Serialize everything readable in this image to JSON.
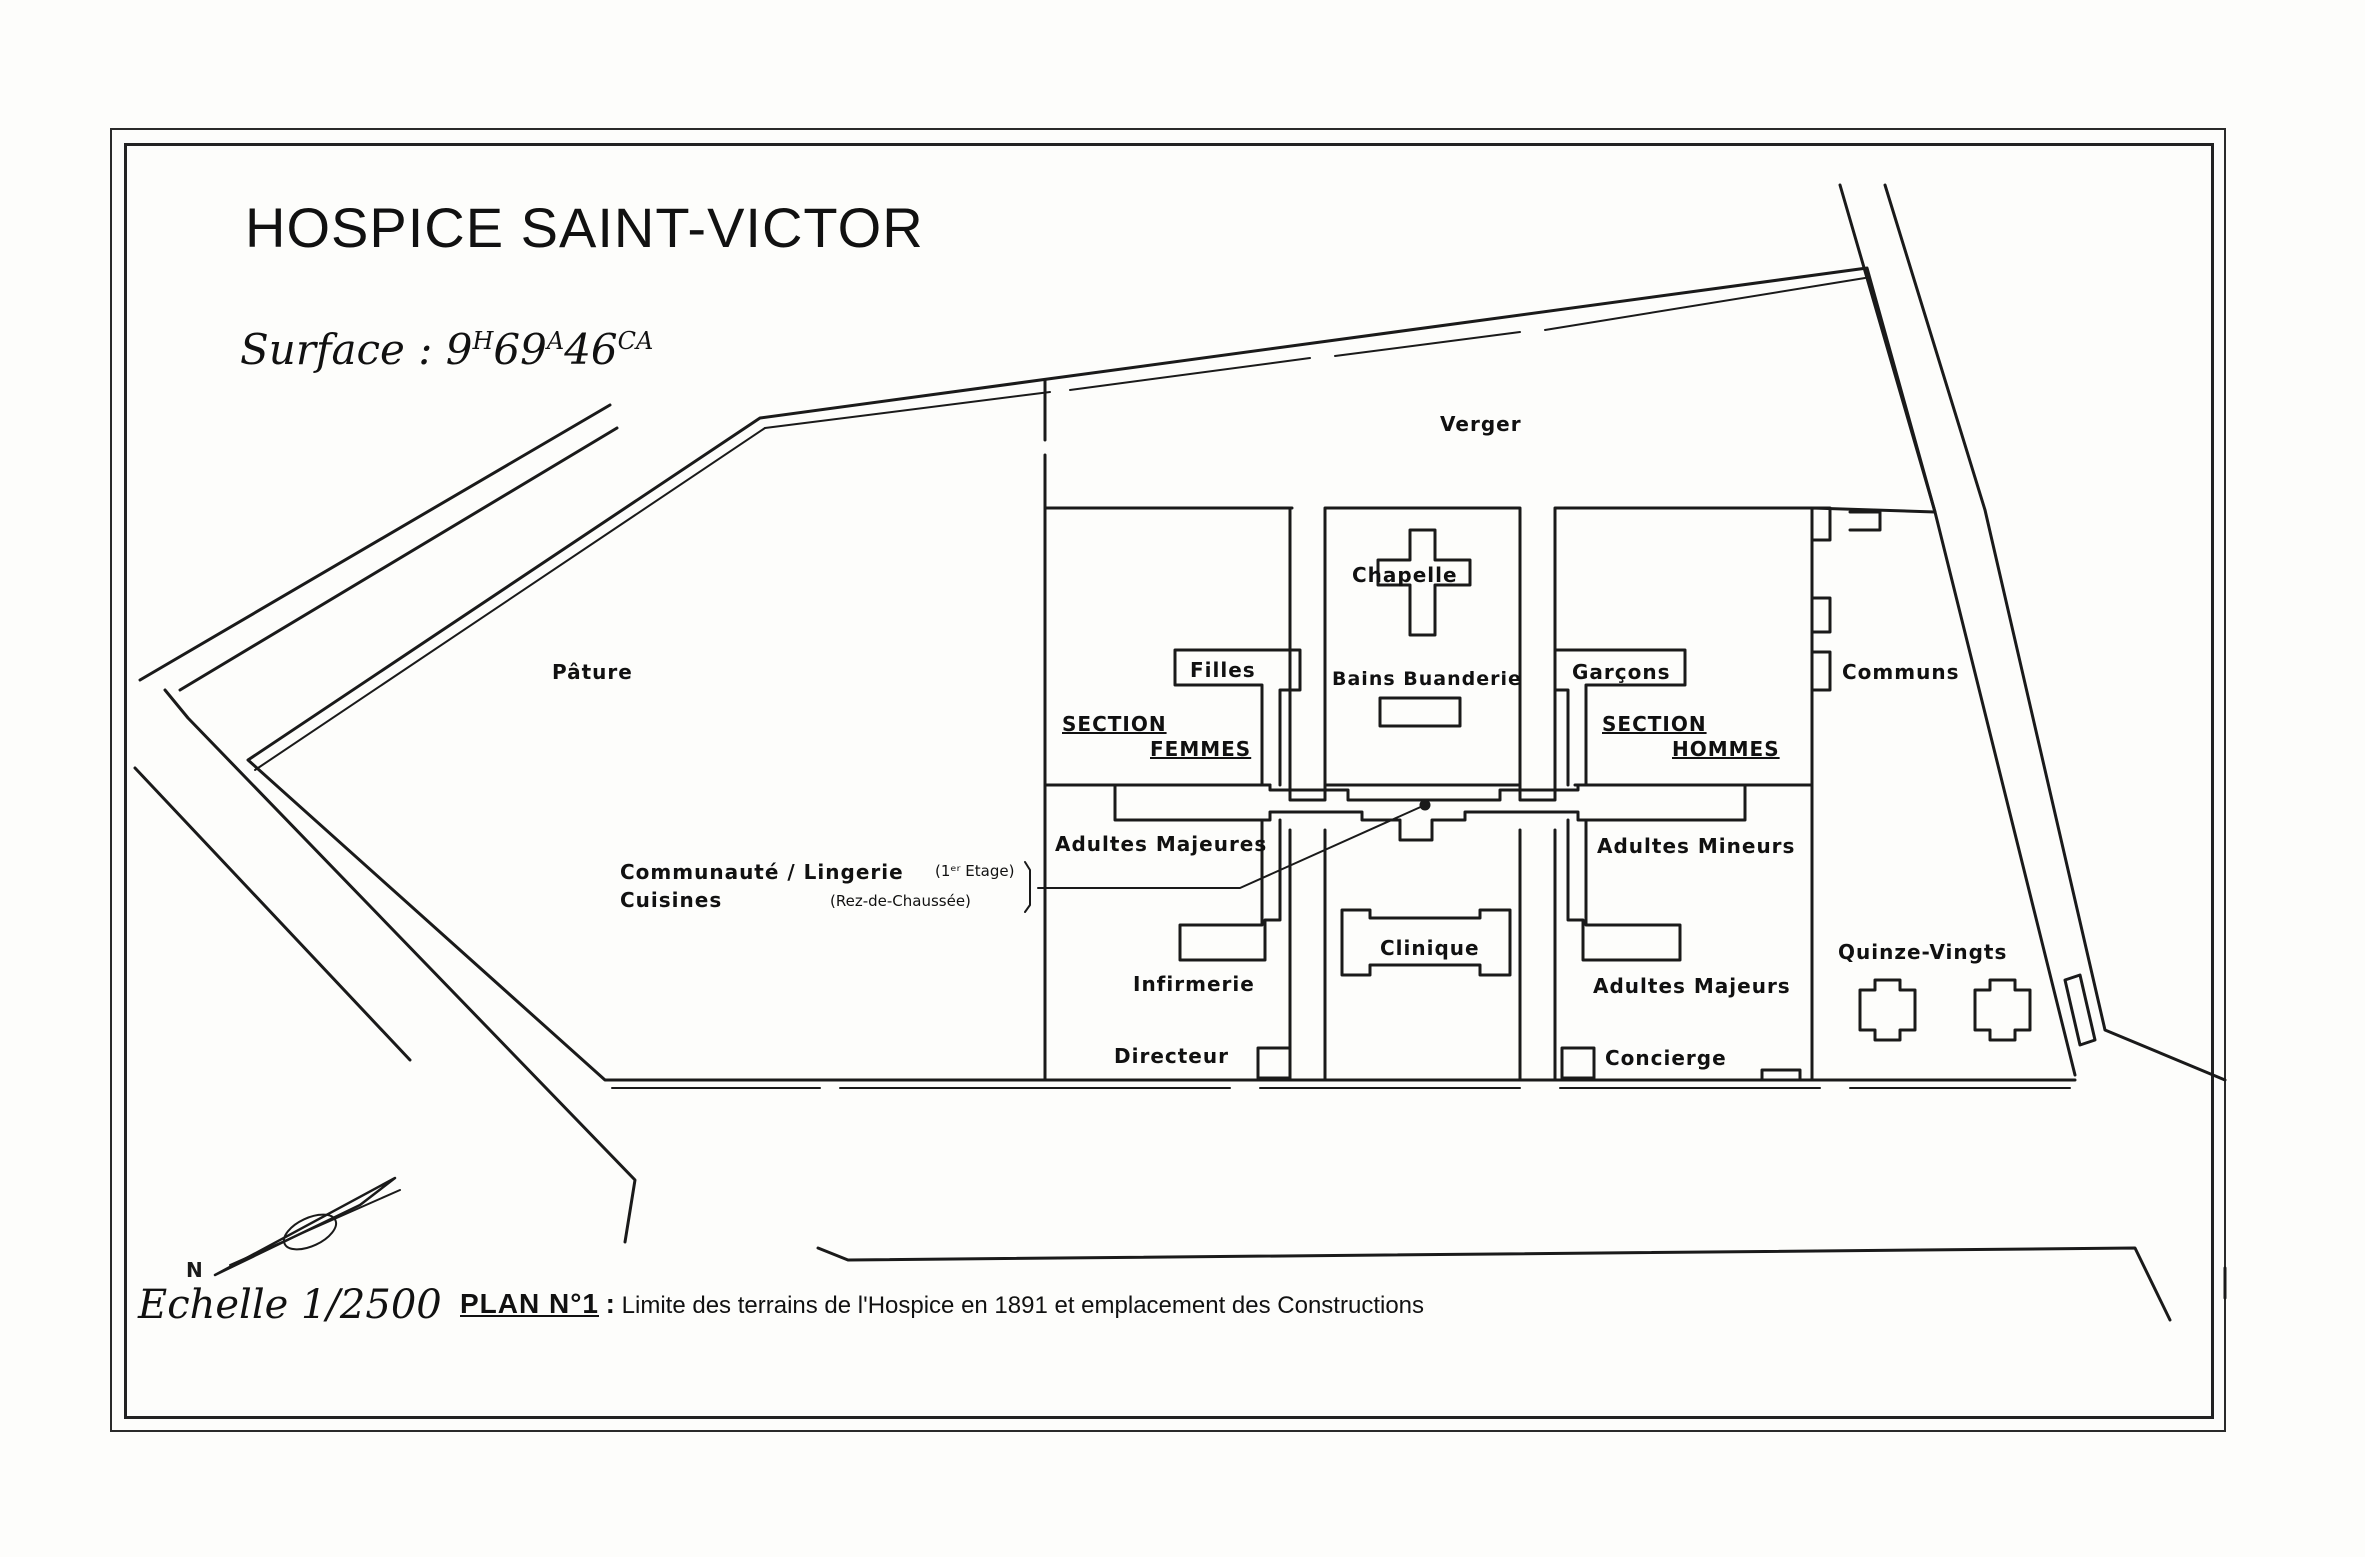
{
  "title": "HOSPICE SAINT-VICTOR",
  "surface": {
    "prefix": "Surface : ",
    "hectares": "9",
    "hectares_unit": "H",
    "ares": "69",
    "ares_unit": "A",
    "centiares": "46",
    "centiares_unit": "CA"
  },
  "scale_label": "Echelle 1/2500",
  "north_label": "N",
  "caption": {
    "plan_number": "PLAN N°1",
    "separator": ":",
    "text": "Limite des terrains de l'Hospice en 1891 et emplacement des Constructions"
  },
  "labels": {
    "verger": "Verger",
    "pature": "Pâture",
    "chapelle": "Chapelle",
    "bains_buanderie": "Bains Buanderie",
    "filles": "Filles",
    "garcons": "Garçons",
    "communs": "Communs",
    "section_femmes_1": "SECTION",
    "section_femmes_2": "FEMMES",
    "section_hommes_1": "SECTION",
    "section_hommes_2": "HOMMES",
    "adultes_majeures": "Adultes Majeures",
    "adultes_mineurs": "Adultes Mineurs",
    "communaute": "Communauté / Lingerie",
    "etage": "(1ᵉʳ Etage)",
    "cuisines": "Cuisines",
    "rez": "(Rez-de-Chaussée)",
    "clinique": "Clinique",
    "infirmerie": "Infirmerie",
    "adultes_majeurs": "Adultes Majeurs",
    "quinze_vingts": "Quinze-Vingts",
    "directeur": "Directeur",
    "concierge": "Concierge"
  }
}
